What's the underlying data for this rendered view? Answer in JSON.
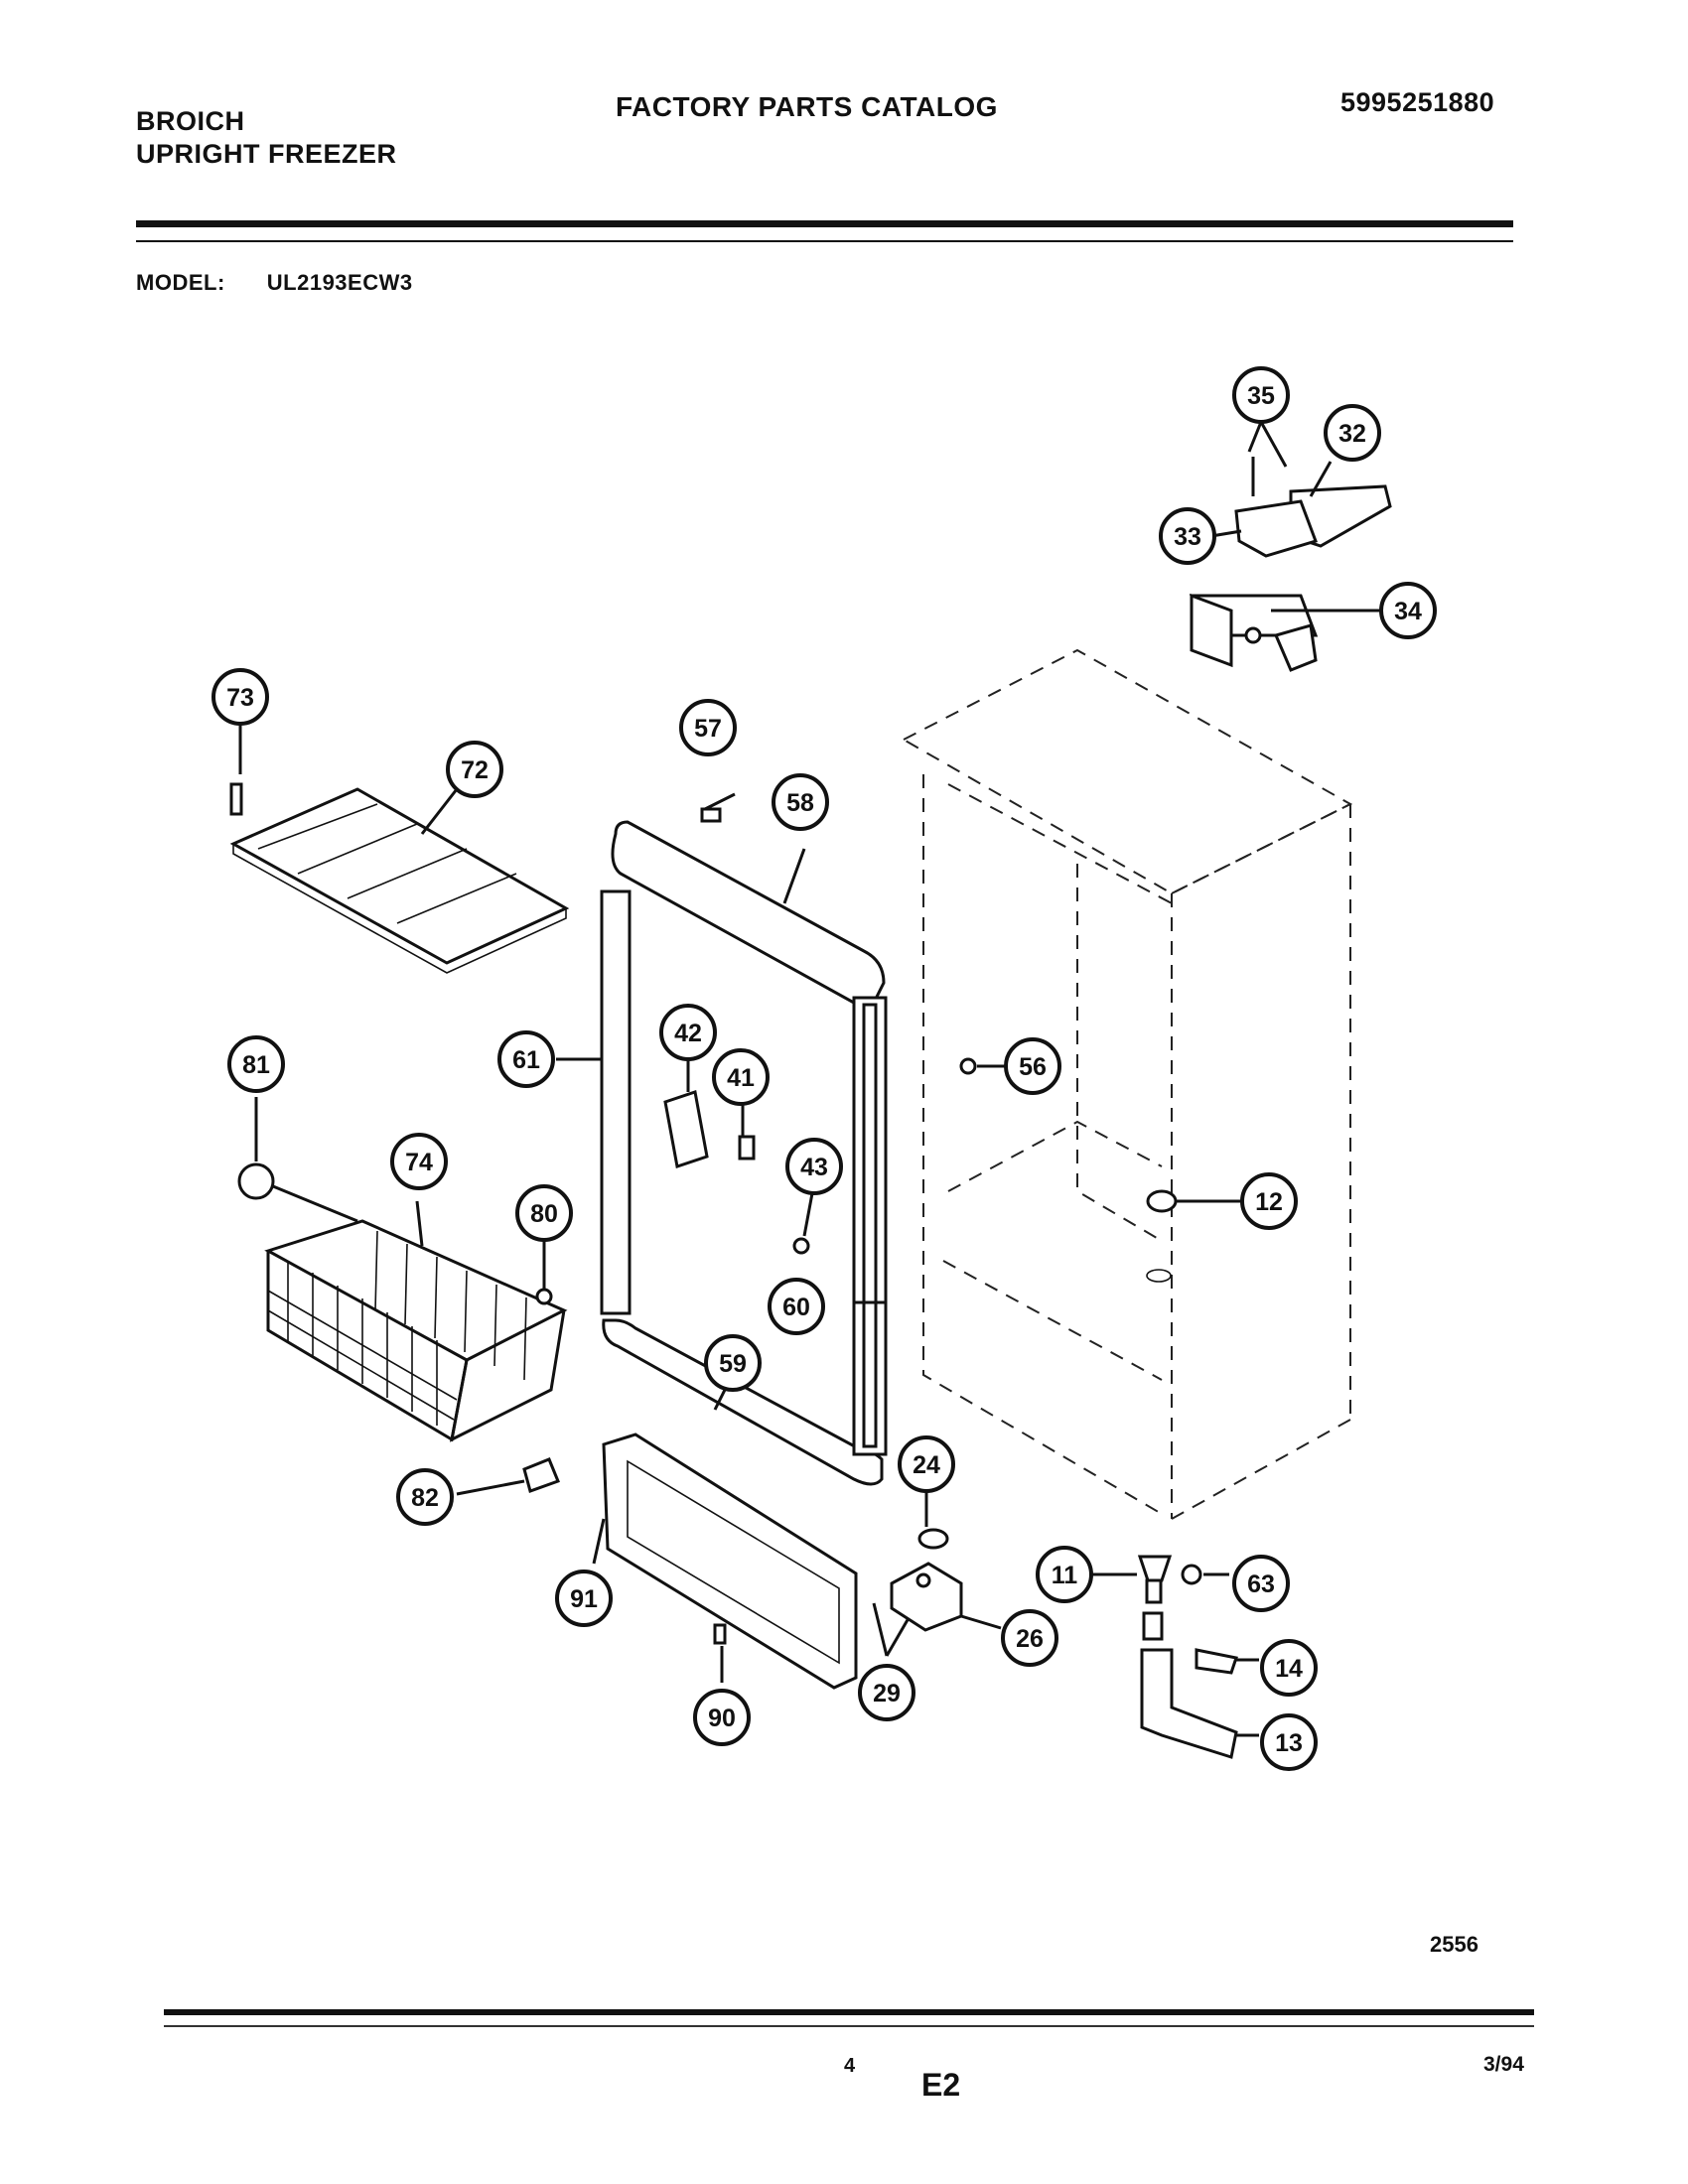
{
  "header": {
    "brand_line1": "BROICH",
    "brand_line2": "UPRIGHT FREEZER",
    "catalog_title": "FACTORY PARTS CATALOG",
    "catalog_number": "5995251880"
  },
  "model": {
    "label": "MODEL:",
    "value": "UL2193ECW3"
  },
  "callouts": [
    "35",
    "32",
    "33",
    "34",
    "73",
    "72",
    "57",
    "58",
    "61",
    "42",
    "41",
    "56",
    "81",
    "74",
    "80",
    "43",
    "12",
    "60",
    "59",
    "82",
    "24",
    "91",
    "11",
    "63",
    "26",
    "14",
    "29",
    "90",
    "13"
  ],
  "footer": {
    "drawing_number": "2556",
    "page_number": "4",
    "section_code": "E2",
    "revision_date": "3/94"
  }
}
